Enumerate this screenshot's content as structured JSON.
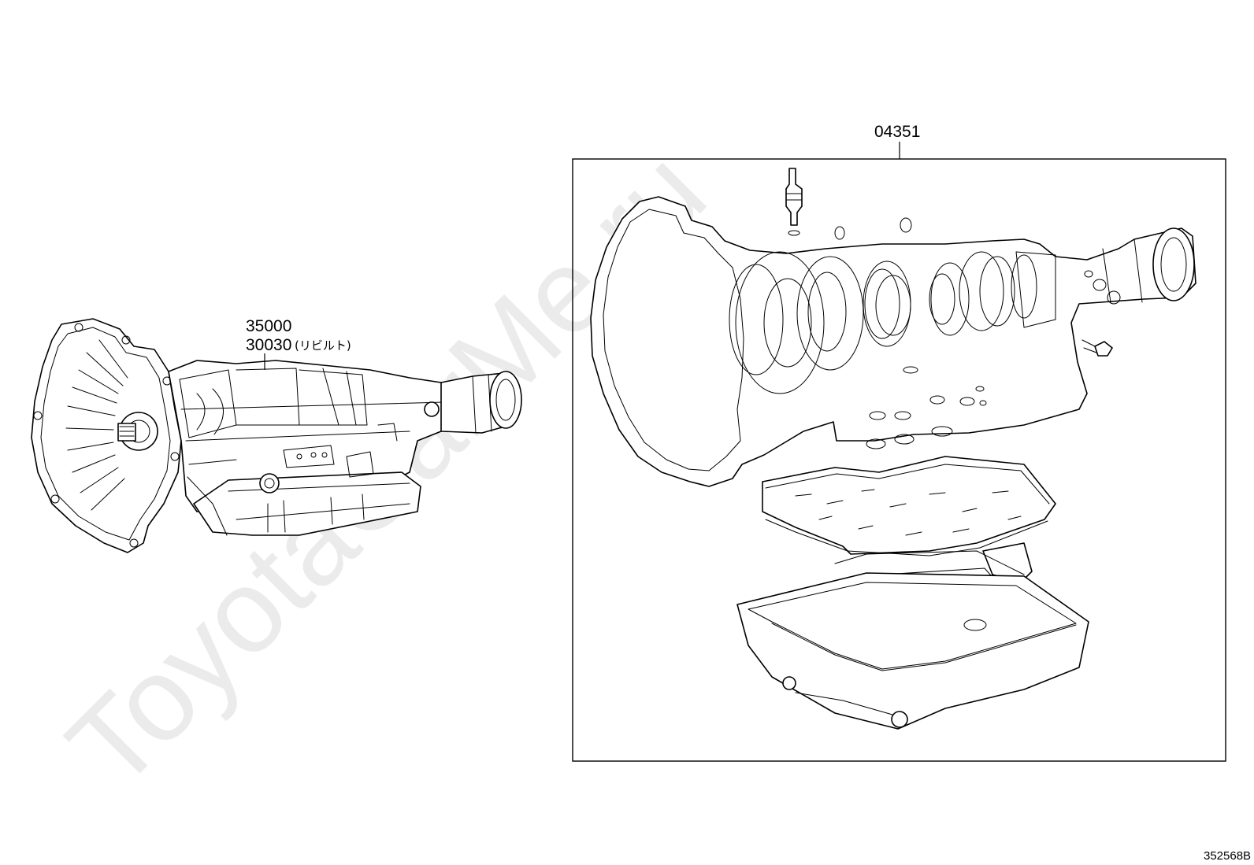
{
  "watermark": "ToyotaCarMe.ru",
  "reference_code": "352568B",
  "parts": {
    "transmission_assembly": {
      "number_primary": "35000",
      "number_rebuilt": "30030",
      "rebuilt_note": "(リビルト)"
    },
    "overhaul_kit": {
      "number": "04351"
    }
  },
  "colors": {
    "line": "#000000",
    "background": "#ffffff",
    "watermark": "#ebebeb"
  }
}
